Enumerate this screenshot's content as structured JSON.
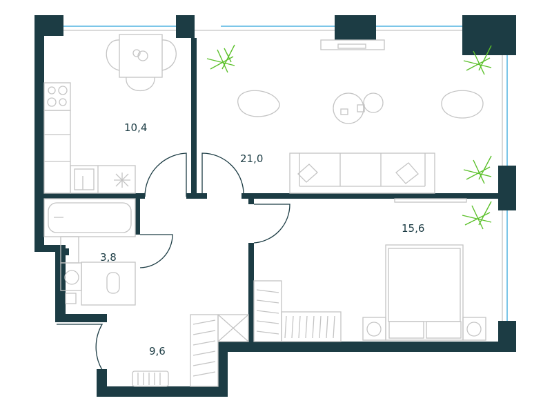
{
  "plan": {
    "rooms": [
      {
        "name": "kitchen",
        "area": "10,4"
      },
      {
        "name": "living-room",
        "area": "21,0"
      },
      {
        "name": "bathroom",
        "area": "3,8"
      },
      {
        "name": "hallway",
        "area": "9,6"
      },
      {
        "name": "bedroom",
        "area": "15,6"
      }
    ],
    "colors": {
      "wall": "#1c3c44",
      "window": "#7cc6e8",
      "plant": "#5bc02a",
      "furniture": "#c4c4c4"
    }
  }
}
